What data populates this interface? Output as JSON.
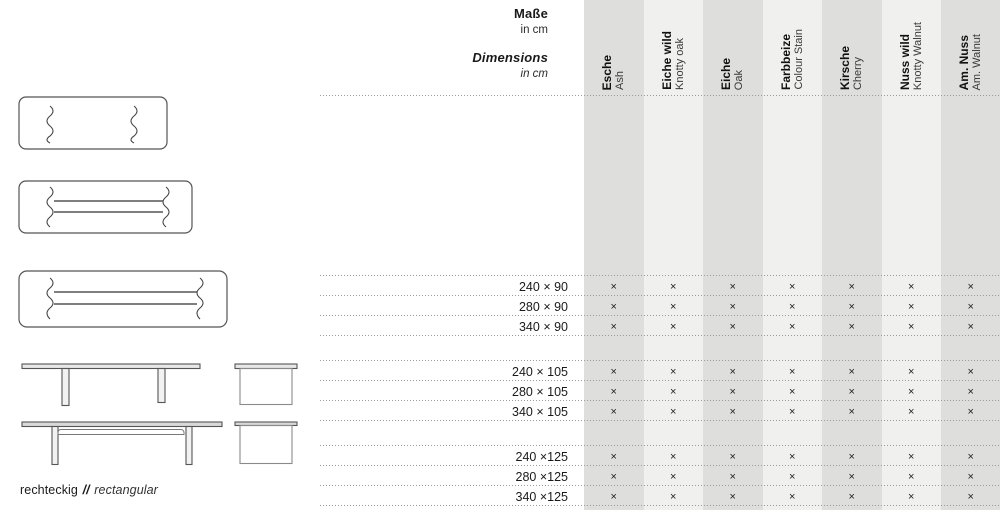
{
  "header": {
    "de_title": "Maße",
    "de_sub": "in cm",
    "en_title": "Dimensions",
    "en_sub": "in cm"
  },
  "columns": [
    {
      "de": "Esche",
      "en": "Ash",
      "shade": "#dededd"
    },
    {
      "de": "Eiche wild",
      "en": "Knotty oak",
      "shade": "#f0f0ef"
    },
    {
      "de": "Eiche",
      "en": "Oak",
      "shade": "#dededd"
    },
    {
      "de": "Farbbeize",
      "en": "Colour Stain",
      "shade": "#f0f0ef"
    },
    {
      "de": "Kirsche",
      "en": "Cherry",
      "shade": "#dededd"
    },
    {
      "de": "Nuss wild",
      "en": "Knotty Walnut",
      "shade": "#f0f0ef"
    },
    {
      "de": "Am. Nuss",
      "en": "Am. Walnut",
      "shade": "#dededd"
    }
  ],
  "mark": "×",
  "groups": [
    {
      "rows": [
        {
          "dim": "240 × 90",
          "marks": [
            true,
            true,
            true,
            true,
            true,
            true,
            true
          ]
        },
        {
          "dim": "280 × 90",
          "marks": [
            true,
            true,
            true,
            true,
            true,
            true,
            true
          ]
        },
        {
          "dim": "340 × 90",
          "marks": [
            true,
            true,
            true,
            true,
            true,
            true,
            true
          ]
        }
      ]
    },
    {
      "rows": [
        {
          "dim": "240 × 105",
          "marks": [
            true,
            true,
            true,
            true,
            true,
            true,
            true
          ]
        },
        {
          "dim": "280 × 105",
          "marks": [
            true,
            true,
            true,
            true,
            true,
            true,
            true
          ]
        },
        {
          "dim": "340 × 105",
          "marks": [
            true,
            true,
            true,
            true,
            true,
            true,
            true
          ]
        }
      ]
    },
    {
      "rows": [
        {
          "dim": "240 ×125",
          "marks": [
            true,
            true,
            true,
            true,
            true,
            true,
            true
          ]
        },
        {
          "dim": "280 ×125",
          "marks": [
            true,
            true,
            true,
            true,
            true,
            true,
            true
          ]
        },
        {
          "dim": "340 ×125",
          "marks": [
            true,
            true,
            true,
            true,
            true,
            true,
            true
          ]
        }
      ]
    }
  ],
  "drawing": {
    "caption_de": "rechteckig",
    "caption_sep": "//",
    "caption_en": "rectangular"
  },
  "colors": {
    "band_dark": "#dededd",
    "band_light": "#f0f0ef",
    "dotted_rule": "#9a9a9a",
    "line_art": "#555555"
  }
}
